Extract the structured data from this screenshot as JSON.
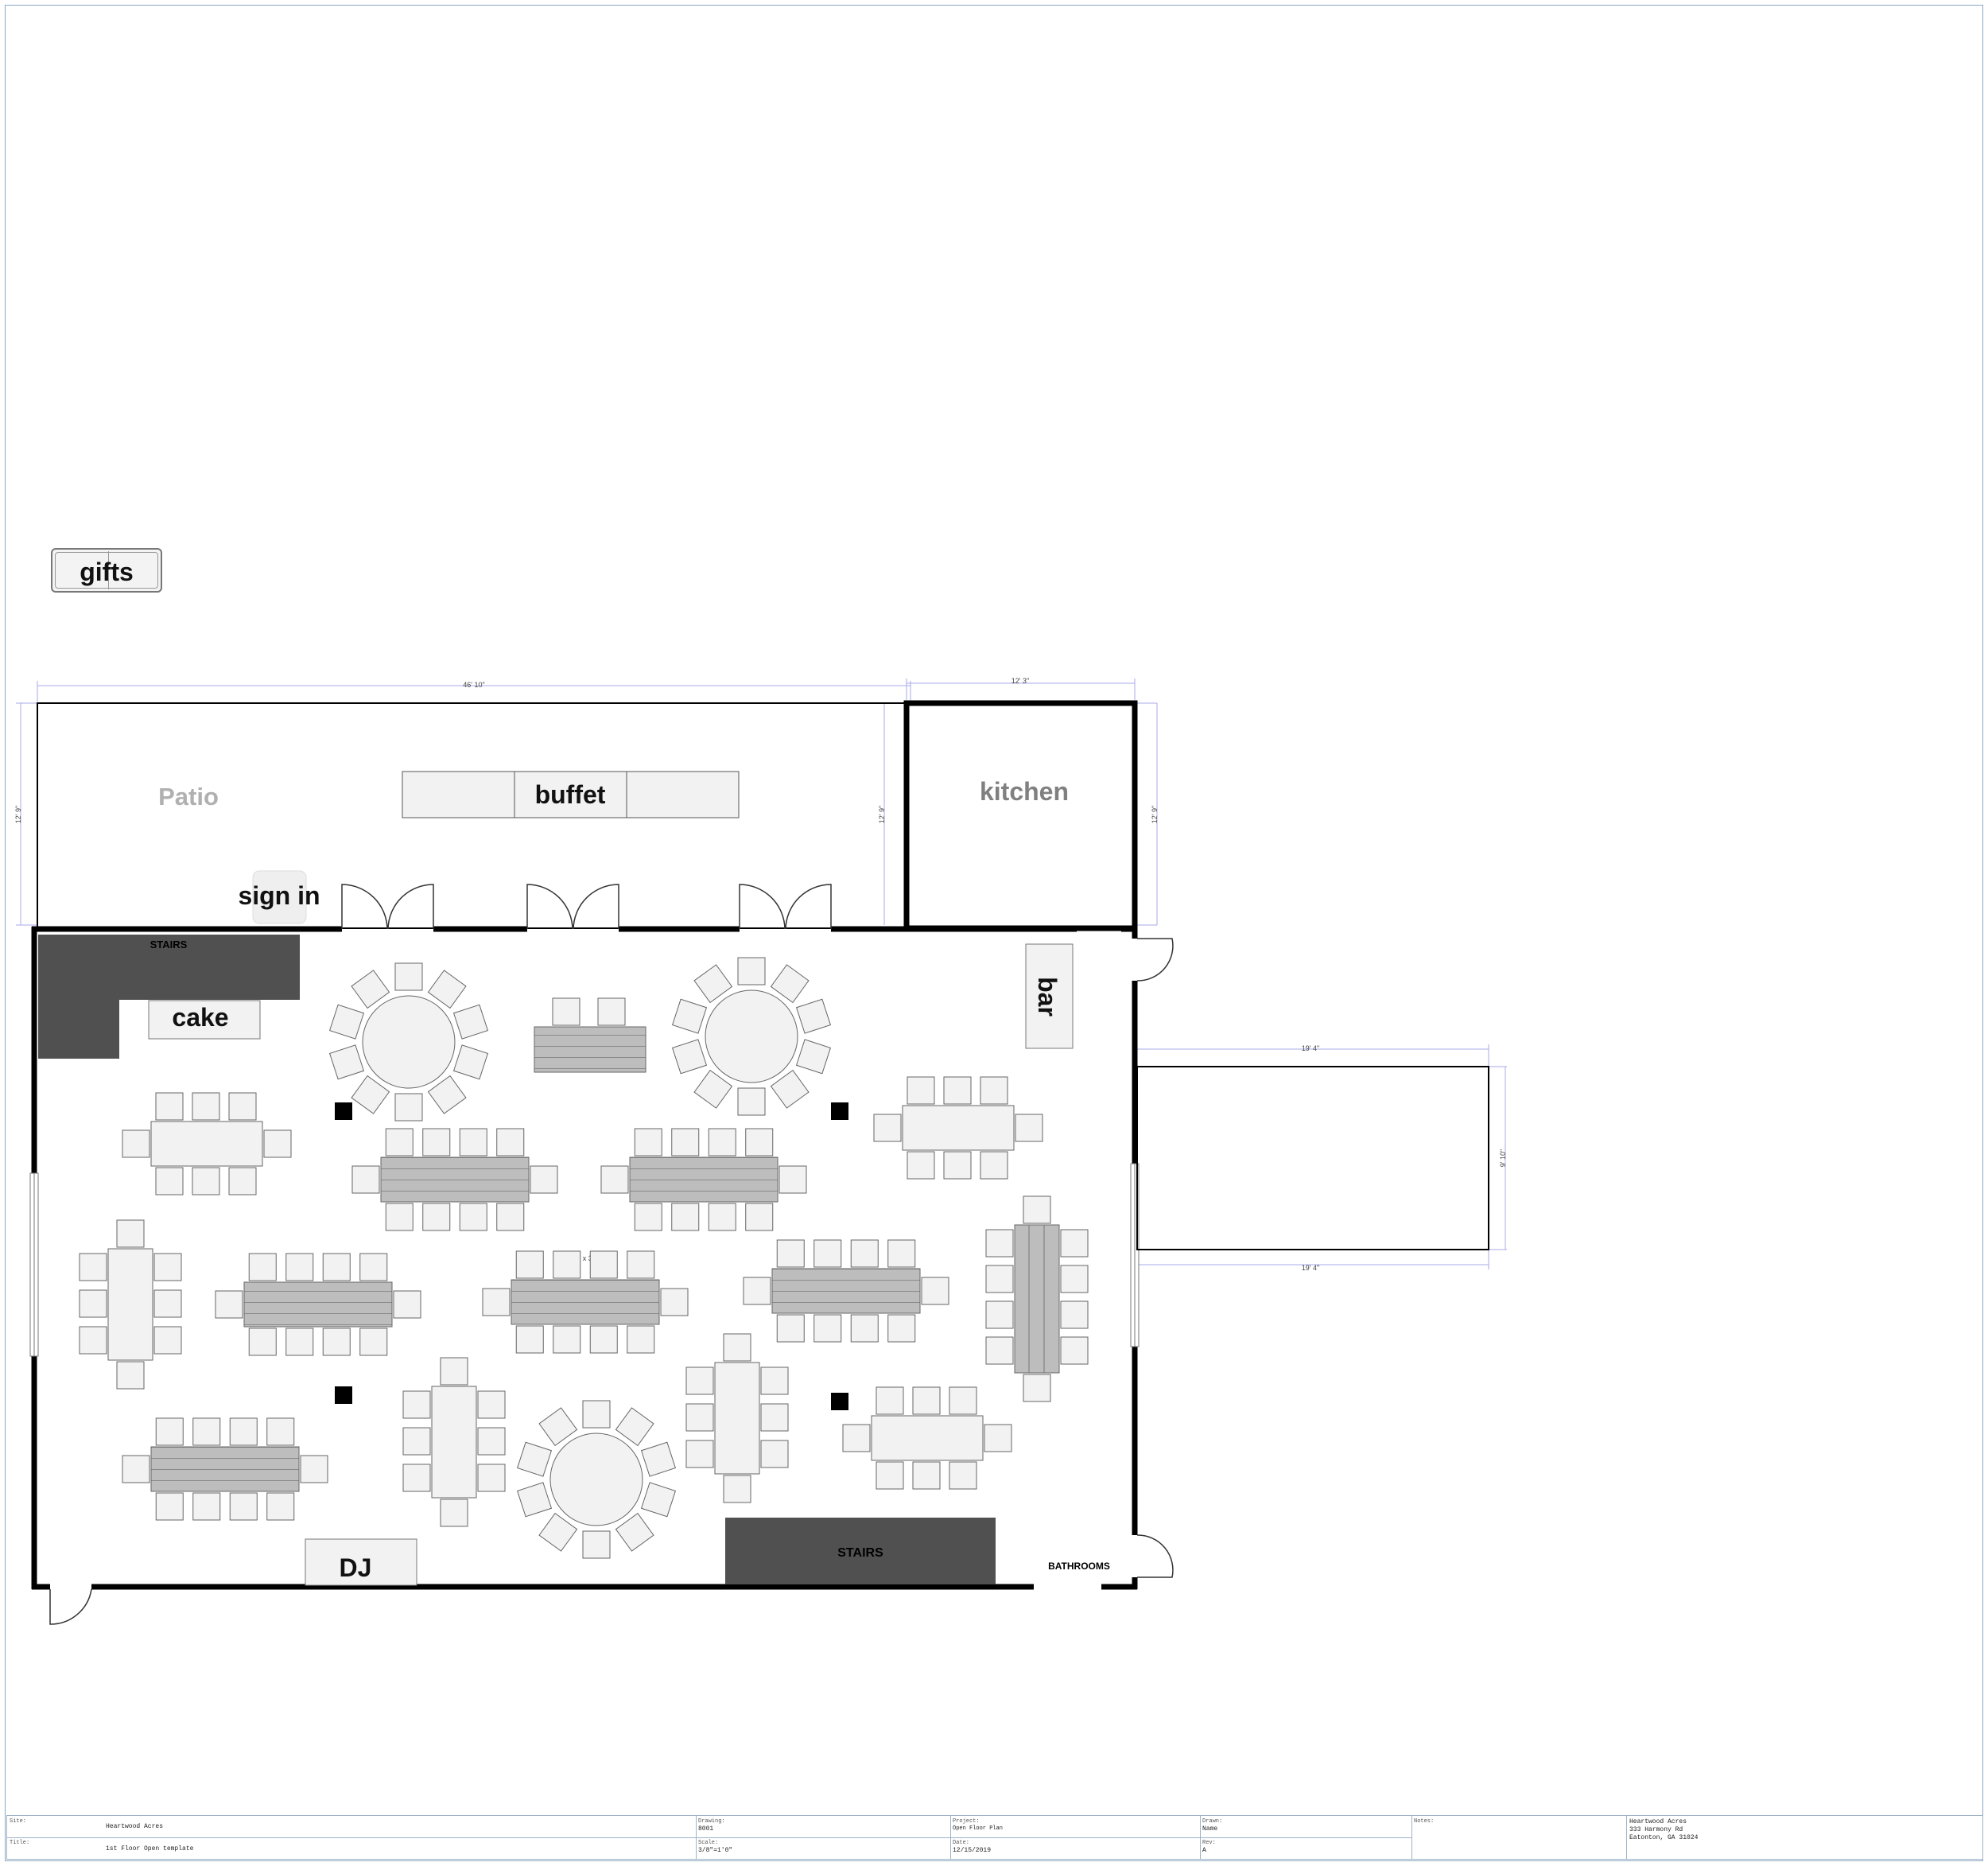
{
  "labels": {
    "gifts": "gifts",
    "patio": "Patio",
    "buffet": "buffet",
    "kitchen": "kitchen",
    "sign_in": "sign in",
    "stairs_top": "STAIRS",
    "cake": "cake",
    "bar": "bar",
    "stairs_bottom": "STAIRS",
    "dj": "DJ",
    "bathrooms": "BATHROOMS",
    "table_note": "7' x 3'"
  },
  "dimensions": {
    "patio_width": "46' 10\"",
    "kitchen_width": "12' 3\"",
    "patio_depth_left": "12' 9\"",
    "patio_depth_right": "12' 9\"",
    "kitchen_depth": "12' 9\"",
    "annex_width_top": "19' 4\"",
    "annex_width_bottom": "19' 4\"",
    "annex_depth": "9' 10\""
  },
  "title_block": {
    "site_label": "Site:",
    "site_value": "Heartwood Acres",
    "title_label": "Title:",
    "title_value": "1st Floor Open template",
    "drawing_label": "Drawing:",
    "drawing_value": "8001",
    "scale_label": "Scale:",
    "scale_value": "3/8\"=1'0\"",
    "project_label": "Project:",
    "project_value": "Open Floor Plan",
    "date_label": "Date:",
    "date_value": "12/15/2019",
    "drawn_label": "Drawn:",
    "drawn_value": "Name",
    "rev_label": "Rev:",
    "rev_value": "A",
    "notes_label": "Notes:",
    "address_line1": "Heartwood Acres",
    "address_line2": "333 Harmony Rd",
    "address_line3": "Eatonton, GA 31024"
  },
  "colors": {
    "wall": "#000000",
    "stairs": "#505050",
    "table_light": "#f2f2f2",
    "table_dark": "#bdbdbd",
    "dimension": "#9a9ae0",
    "patio_text": "#b0b0b0",
    "kitchen_text": "#808080"
  }
}
